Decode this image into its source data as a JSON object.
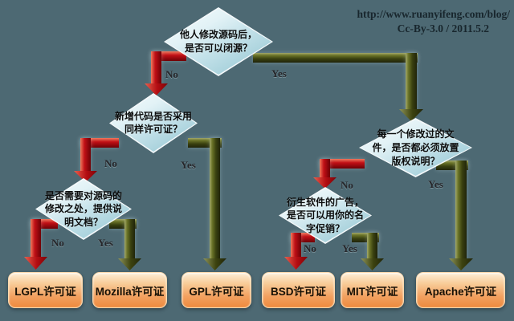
{
  "watermark": {
    "line1": "http://www.ruanyifeng.com/blog/",
    "line2": "Cc-By-3.0 / 2011.5.2"
  },
  "decisions": {
    "closed_source": "他人修改源码后，\n是否可以闭源？",
    "same_license": "新增代码是否采用\n同样许可证？",
    "document_changes": "是否需要对源码的\n修改之处，提供说\n明文档？",
    "copyright_notice": "每一个修改过的文\n件，是否都必须放置\n版权说明？",
    "name_promotion": "衍生软件的广告，\n是否可以用你的名\n字促销？"
  },
  "answers": {
    "no": "No",
    "yes": "Yes"
  },
  "licenses": [
    {
      "label": "LGPL许可证"
    },
    {
      "label": "Mozilla许可证"
    },
    {
      "label": "GPL许可证"
    },
    {
      "label": "BSD许可证"
    },
    {
      "label": "MIT许可证"
    },
    {
      "label": "Apache许可证"
    }
  ],
  "colors": {
    "background": "#4d6973",
    "no_arrow": "#c11016",
    "yes_arrow": "#4a5113",
    "diamond_fill": "#cfe9f0",
    "license_box": "#f5b275"
  }
}
